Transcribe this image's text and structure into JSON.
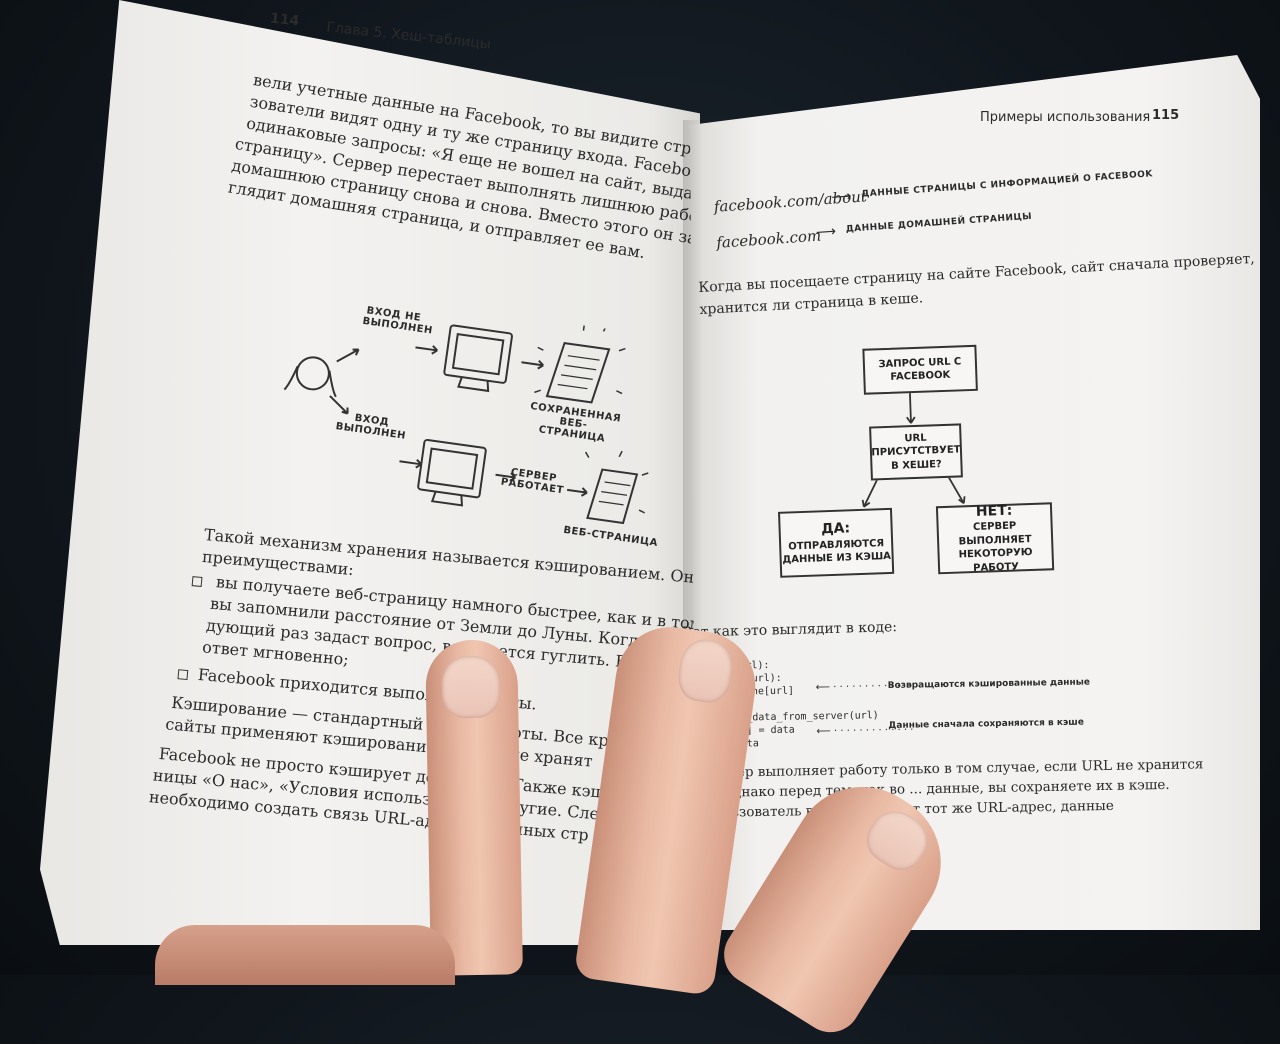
{
  "left_page": {
    "page_number": "114",
    "chapter_header": "Глава 5. Хеш-таблицы",
    "lines_top": [
      "вели учетные данные на Facebook, то вы видите страницу входа. В",
      "зователи видят одну и ту же страницу входа. Facebook постоянн",
      "одинаковые запросы: «Я еще не вошел на сайт, выдайте мне до",
      "страницу». Сервер перестает выполнять лишнюю работу и генери",
      "домашнюю страницу снова и снова. Вместо этого он запоминает",
      "глядит домашняя страница, и отправляет ее вам."
    ],
    "diagram": {
      "not_logged_in": "ВХОД НЕ ВЫПОЛНЕН",
      "logged_in": "ВХОД ВЫПОЛНЕН",
      "saved_page": "СОХРАНЕННАЯ ВЕБ-СТРАНИЦА",
      "server_working": "СЕРВЕР РАБОТАЕТ",
      "web_page": "ВЕБ-СТРАНИЦА"
    },
    "lines_bottom": [
      "Такой механизм хранения называется кэшированием. Он обладает дв",
      "преимуществами:",
      "вы получаете веб-страницу намного быстрее, как и в том случае, ко",
      "вы запомнили расстояние от Земли до Луны. Когда племянница",
      "дующий раз задаст вопрос, вам ... ется гуглить. Вы можете",
      "ответ мгновенно;",
      "Facebook приходится выполн ... работы.",
      "Кэширование — стандартный спо ... работы. Все кру",
      "сайты применяют кэширование, ... данные хранят",
      "Facebook не просто кэширует дома ... цу. Также кэширу",
      "ницы «О нас», «Условия использо ... гие другие. Сле",
      "необходимо создать связь URL-ад ... ы и данных стр"
    ]
  },
  "right_page": {
    "running_header": "Примеры использования",
    "page_number": "115",
    "mapping": [
      {
        "key": "facebook.com/about",
        "value": "ДАННЫЕ СТРАНИЦЫ С ИНФОРМАЦИЕЙ О FACEBOOK"
      },
      {
        "key": "facebook.com",
        "value": "ДАННЫЕ ДОМАШНЕЙ СТРАНИЦЫ"
      }
    ],
    "intro_lines": [
      "Когда вы посещаете страницу на сайте Facebook, сайт сначала проверяет,",
      "хранится ли страница в кеше."
    ],
    "flow": {
      "start": "ЗАПРОС URL С FACEBOOK",
      "decision": "URL ПРИСУТСТВУЕТ В ХЕШЕ?",
      "yes_title": "ДА:",
      "yes_text": "ОТПРАВЛЯЮТСЯ ДАННЫЕ ИЗ КЭША",
      "no_title": "НЕТ:",
      "no_text": "СЕРВЕР ВЫПОЛНЯЕТ НЕКОТОРУЮ РАБОТУ"
    },
    "code_intro": "Вот как это выглядит в коде:",
    "code_lines": [
      "{}",
      "age(url):",
      "e.get(url):",
      "rn cache[url]",
      "",
      " = get_data_from_server(url)",
      "e[url] = data",
      "rn data"
    ],
    "annotations": [
      "Возвращаются кэшированные данные",
      "Данные сначала сохраняются в кэше"
    ],
    "lines_bottom": [
      "сервер выполняет работу только в том случае, если URL не хранится",
      "е. Однако перед тем, как во ... данные, вы сохраняете их в кэше.",
      "пользователь в следу ... росит тот же URL-адрес, данные"
    ]
  }
}
